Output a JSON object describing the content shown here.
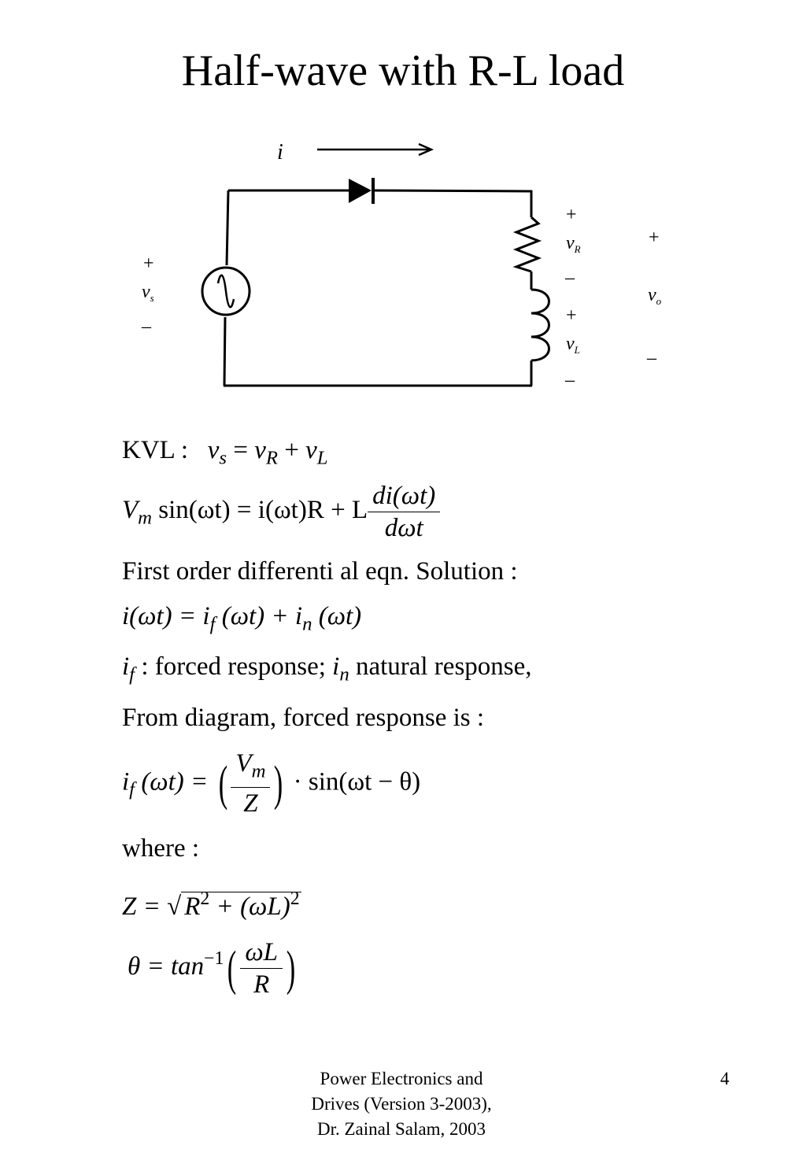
{
  "title": "Half-wave with R-L load",
  "circuit": {
    "current": "i",
    "plus": "+",
    "minus": "–",
    "v": "v",
    "sub_s": "s",
    "sub_R": "R",
    "sub_L": "L",
    "sub_o": "o"
  },
  "eq": {
    "kvl_label": "KVL :",
    "kvl_vs": "v",
    "kvl_s": "s",
    "kvl_eq": " = ",
    "kvl_vR": "v",
    "kvl_R": "R",
    "kvl_plus": " + ",
    "kvl_vL": "v",
    "kvl_L": "L",
    "ode_V": "V",
    "ode_m": "m",
    "ode_mid": " sin(ωt) = i(ωt)R + L",
    "ode_num": "di(ωt)",
    "ode_den": "dωt",
    "first_order": "First order differenti al eqn. Solution :",
    "sol_lhs": "i(ωt) = i",
    "sol_f": "f",
    "sol_mid": " (ωt) + i",
    "sol_n": "n",
    "sol_end": " (ωt)",
    "resp_i": "i",
    "resp_f": "f",
    "resp_text": " : forced response;  ",
    "resp_i2": "i",
    "resp_n": "n",
    "resp_text2": "  natural response,",
    "from_diagram": "From diagram,  forced response is :",
    "if_i": "i",
    "if_f": "f",
    "if_mid": " (ωt) = ",
    "if_V": "V",
    "if_m": "m",
    "if_Z": "Z",
    "if_end": " · sin(ωt − θ)",
    "where": "where :",
    "z_lhs": "Z = ",
    "z_R": "R",
    "z_2a": "2",
    "z_mid": " + (ωL)",
    "z_2b": "2",
    "theta_lhs": "θ = tan",
    "theta_sup": "−1",
    "theta_num": "ωL",
    "theta_den": "R"
  },
  "footer": {
    "line1": "Power Electronics and",
    "line2": "Drives (Version 3-2003),",
    "line3": "Dr. Zainal Salam, 2003"
  },
  "page_number": "4"
}
